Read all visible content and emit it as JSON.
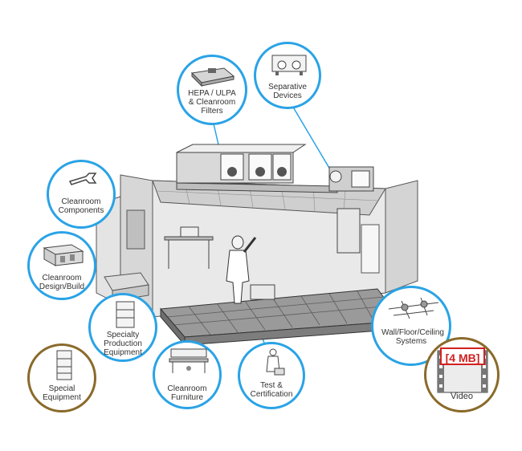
{
  "callouts": {
    "hepa": "HEPA / ULPA & Cleanroom Filters",
    "separative": "Separative Devices",
    "components": "Cleanroom Components",
    "design_build": "Cleanroom Design/Build",
    "specialty": "Specialty Production Equipment",
    "special_equipment": "Special Equipment",
    "furniture": "Cleanroom Furniture",
    "test": "Test & Certification",
    "wall_floor": "Wall/Floor/Ceiling Systems",
    "video": "Video",
    "video_size": "[4 MB]"
  },
  "colors": {
    "accent_blue": "#2aa3e6",
    "accent_brown": "#8a6a2a",
    "badge_red": "#d22020"
  }
}
